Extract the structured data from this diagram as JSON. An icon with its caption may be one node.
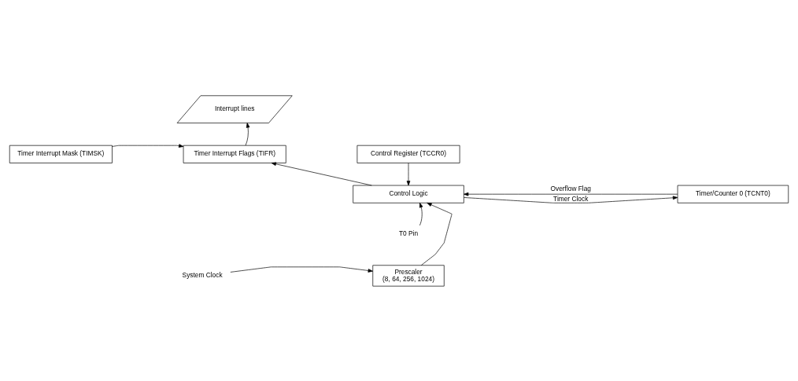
{
  "diagram": {
    "nodes": [
      {
        "text": [
          "Interrupt lines"
        ]
      },
      {
        "text": [
          "Timer Interrupt Mask (TIMSK)"
        ]
      },
      {
        "text": [
          "Timer Interrupt Flags (TIFR)"
        ]
      },
      {
        "text": [
          "Control Register (TCCR0)"
        ]
      },
      {
        "text": [
          "Timer/Counter 0 (TCNT0)"
        ]
      },
      {
        "text": [
          "Control Logic"
        ]
      },
      {
        "text": [
          "T0 Pin"
        ]
      },
      {
        "text": [
          "Prescaler",
          "(8, 64, 256, 1024)"
        ]
      },
      {
        "text": [
          "System Clock"
        ]
      }
    ],
    "edges": [
      {
        "from": 2,
        "to": 0,
        "arrow": "to"
      },
      {
        "from": 1,
        "to": 2,
        "arrow": "to"
      },
      {
        "from": 3,
        "to": 5,
        "arrow": "to"
      },
      {
        "from": 5,
        "to": 2,
        "arrow": "to"
      },
      {
        "from": 5,
        "to": 4,
        "arrow": "to",
        "label": "Timer Clock"
      },
      {
        "from": 4,
        "to": 5,
        "arrow": "to",
        "label": "Overflow Flag"
      },
      {
        "from": 6,
        "to": 5,
        "arrow": "to"
      },
      {
        "from": 7,
        "to": 5,
        "arrow": "to"
      },
      {
        "from": 8,
        "to": 7,
        "arrow": "to"
      }
    ]
  }
}
